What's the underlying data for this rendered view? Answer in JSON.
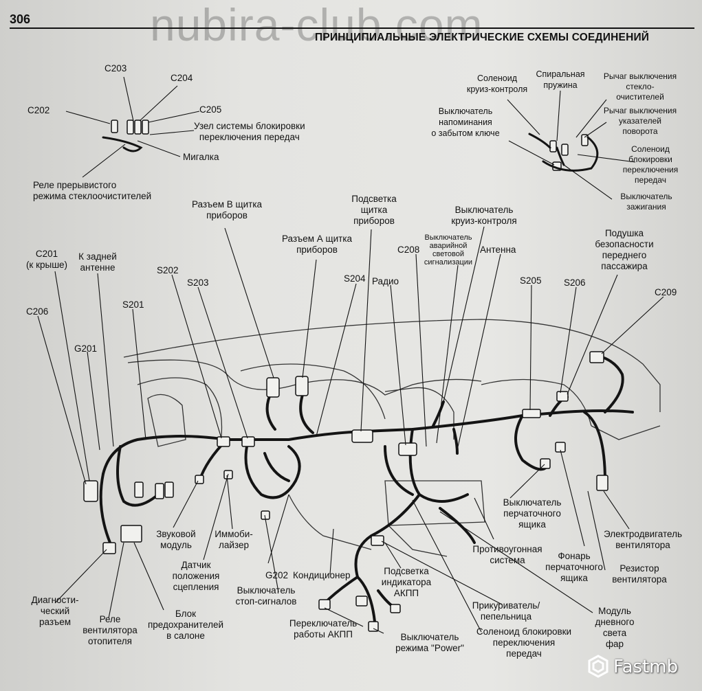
{
  "header": {
    "page_number": "306",
    "title": "ПРИНЦИПИАЛЬНЫЕ ЭЛЕКТРИЧЕСКИЕ СХЕМЫ СОЕДИНЕНИЙ",
    "watermark": "nubira-club.com"
  },
  "labels": {
    "c203": "C203",
    "c204": "C204",
    "c202": "C202",
    "c205": "C205",
    "shift_lock": [
      "Узел системы блокировки",
      "переключения передач"
    ],
    "flasher": "Мигалка",
    "wiper_relay": [
      "Реле прерывистого",
      "режима стеклоочистителей"
    ],
    "cruise_solenoid": [
      "Соленоид",
      "круиз-контроля"
    ],
    "clock_spring": [
      "Спиральная",
      "пружина"
    ],
    "wiper_switch": [
      "Рычаг выключения",
      "стекло-",
      "очистителей"
    ],
    "key_reminder": [
      "Выключатель",
      "напоминания",
      "о забытом ключе"
    ],
    "turn_switch": [
      "Рычаг выключения",
      "указателей",
      "поворота"
    ],
    "shift_solenoid_top": [
      "Соленоид",
      "блокировки",
      "переключения",
      "передач"
    ],
    "ignition_switch": [
      "Выключатель",
      "зажигания"
    ],
    "cluster_b": [
      "Разъем В щитка",
      "приборов"
    ],
    "cluster_light": [
      "Подсветка",
      "щитка",
      "приборов"
    ],
    "cruise_switch": [
      "Выключатель",
      "круиз-контроля"
    ],
    "cluster_a": [
      "Разъем А щитка",
      "приборов"
    ],
    "hazard_switch": [
      "Выключатель",
      "аварийной",
      "световой",
      "сигнализации"
    ],
    "airbag": [
      "Подушка",
      "безопасности",
      "переднего",
      "пассажира"
    ],
    "c201": [
      "C201",
      "(к крыше)"
    ],
    "rear_antenna": [
      "К задней",
      "антенне"
    ],
    "c208": "C208",
    "antenna": "Антенна",
    "s202": "S202",
    "s203": "S203",
    "s204": "S204",
    "radio": "Радио",
    "s205": "S205",
    "s206": "S206",
    "c209": "C209",
    "c206": "C206",
    "s201": "S201",
    "g201": "G201",
    "glovebox_switch": [
      "Выключатель",
      "перчаточного",
      "ящика"
    ],
    "horn_module": [
      "Звуковой",
      "модуль"
    ],
    "immobilizer": [
      "Иммоби-",
      "лайзер"
    ],
    "clutch_sensor": [
      "Датчик",
      "положения",
      "сцепления"
    ],
    "g202": "G202",
    "ac": "Кондиционер",
    "antitheft": [
      "Противоугонная",
      "система"
    ],
    "blower_motor": [
      "Электродвигатель",
      "вентилятора"
    ],
    "glovebox_lamp": [
      "Фонарь",
      "перчаточного",
      "ящика"
    ],
    "blower_resistor": [
      "Резистор",
      "вентилятора"
    ],
    "brake_switch": [
      "Выключатель",
      "стоп-сигналов"
    ],
    "at_indicator_light": [
      "Подсветка",
      "индикатора",
      "АКПП"
    ],
    "diagnostic": [
      "Диагности-",
      "ческий",
      "разъем"
    ],
    "heater_relay": [
      "Реле",
      "вентилятора",
      "отопителя"
    ],
    "fuse_block": [
      "Блок",
      "предохранителей",
      "в салоне"
    ],
    "lighter": [
      "Прикуриватель/",
      "пепельница"
    ],
    "drl_module": [
      "Модуль",
      "дневного",
      "света",
      "фар"
    ],
    "at_mode_switch": [
      "Переключатель",
      "работы АКПП"
    ],
    "power_switch": [
      "Выключатель",
      "режима \"Power\""
    ],
    "shift_solenoid_bottom": [
      "Соленоид блокировки",
      "переключения",
      "передач"
    ]
  },
  "logo": {
    "text": "Fastmb",
    "icon": "fastmb-logo-icon"
  },
  "colors": {
    "ink": "#111111",
    "paper": "#e4e4e1",
    "wire": "#141414"
  }
}
